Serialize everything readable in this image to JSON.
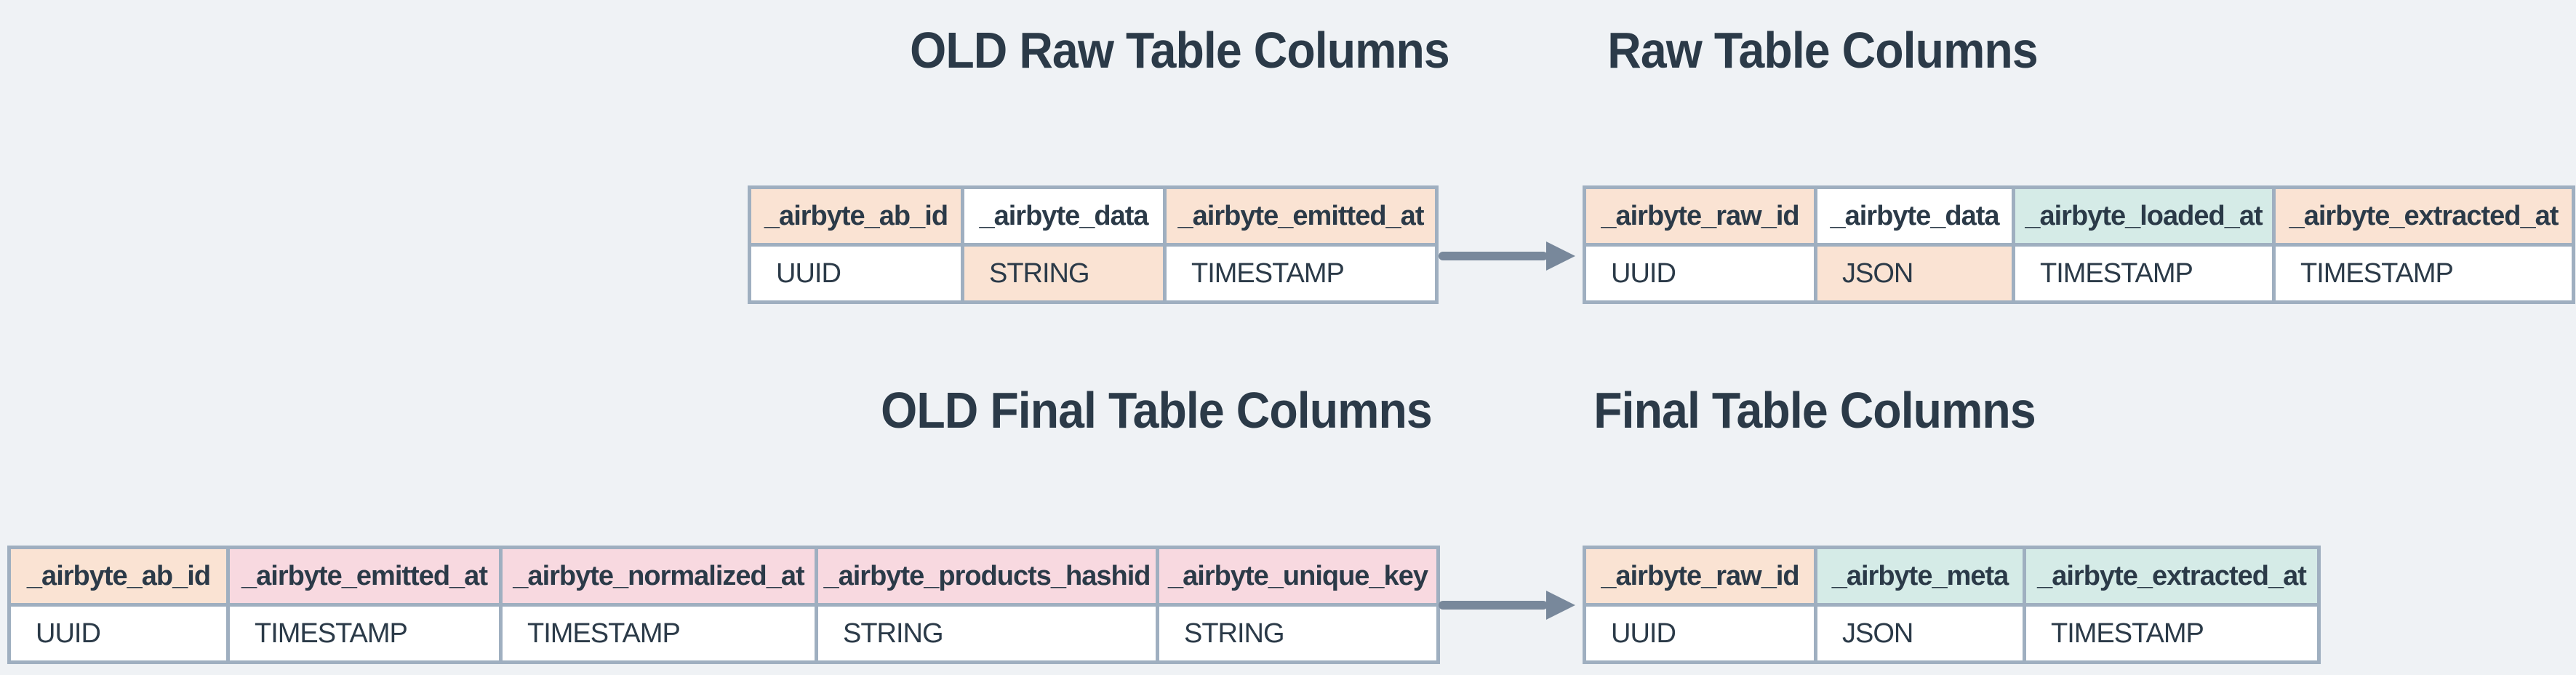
{
  "colors": {
    "background": "#eff2f5",
    "border": "#9fafc0",
    "text": "#2b3a48",
    "arrow": "#78889b",
    "peach": "#fae3d3",
    "pink": "#f8d9e0",
    "teal": "#d5ebe7",
    "white": "#ffffff"
  },
  "titles": [
    {
      "text": "OLD Raw Table Columns"
    },
    {
      "text": "Raw Table Columns"
    },
    {
      "text": "OLD Final Table Columns"
    },
    {
      "text": "Final Table Columns"
    }
  ],
  "tables": [
    {
      "name": "old-raw-table-columns",
      "columns": [
        {
          "header": "_airbyte_ab_id",
          "type": "UUID",
          "header_bg": "peach",
          "value_bg": "white"
        },
        {
          "header": "_airbyte_data",
          "type": "STRING",
          "header_bg": "white",
          "value_bg": "peach"
        },
        {
          "header": "_airbyte_emitted_at",
          "type": "TIMESTAMP",
          "header_bg": "peach",
          "value_bg": "white"
        }
      ]
    },
    {
      "name": "raw-table-columns",
      "columns": [
        {
          "header": "_airbyte_raw_id",
          "type": "UUID",
          "header_bg": "peach",
          "value_bg": "white"
        },
        {
          "header": "_airbyte_data",
          "type": "JSON",
          "header_bg": "white",
          "value_bg": "peach"
        },
        {
          "header": "_airbyte_loaded_at",
          "type": "TIMESTAMP",
          "header_bg": "teal",
          "value_bg": "white"
        },
        {
          "header": "_airbyte_extracted_at",
          "type": "TIMESTAMP",
          "header_bg": "peach",
          "value_bg": "white"
        }
      ]
    },
    {
      "name": "old-final-table-columns",
      "columns": [
        {
          "header": "_airbyte_ab_id",
          "type": "UUID",
          "header_bg": "peach",
          "value_bg": "white"
        },
        {
          "header": "_airbyte_emitted_at",
          "type": "TIMESTAMP",
          "header_bg": "pink",
          "value_bg": "white"
        },
        {
          "header": "_airbyte_normalized_at",
          "type": "TIMESTAMP",
          "header_bg": "pink",
          "value_bg": "white"
        },
        {
          "header": "_airbyte_products_hashid",
          "type": "STRING",
          "header_bg": "pink",
          "value_bg": "white"
        },
        {
          "header": "_airbyte_unique_key",
          "type": "STRING",
          "header_bg": "pink",
          "value_bg": "white"
        }
      ]
    },
    {
      "name": "final-table-columns",
      "columns": [
        {
          "header": "_airbyte_raw_id",
          "type": "UUID",
          "header_bg": "peach",
          "value_bg": "white"
        },
        {
          "header": "_airbyte_meta",
          "type": "JSON",
          "header_bg": "teal",
          "value_bg": "white"
        },
        {
          "header": "_airbyte_extracted_at",
          "type": "TIMESTAMP",
          "header_bg": "teal",
          "value_bg": "white"
        }
      ]
    }
  ],
  "arrows": [
    {
      "name": "raw-tables-arrow",
      "direction": "right"
    },
    {
      "name": "final-tables-arrow",
      "direction": "right"
    }
  ]
}
